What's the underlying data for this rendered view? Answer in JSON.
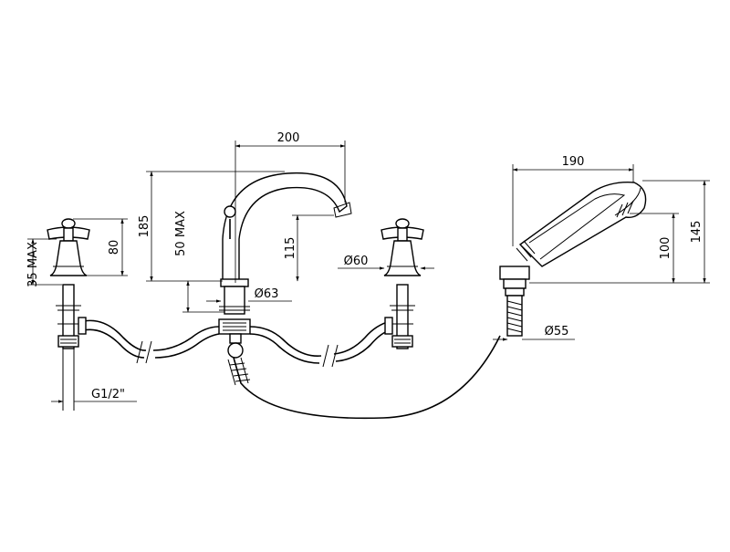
{
  "labels": {
    "mixer_spout_width": "200",
    "mixer_total_height": "185",
    "mixer_mount_max": "50 MAX",
    "mixer_spout_height": "115",
    "mixer_base_diameter": "Ø63",
    "valve_mount_max": "35 MAX",
    "valve_height": "80",
    "valve_base_diameter": "Ø60",
    "thread_size": "G1/2\"",
    "shower_width": "190",
    "shower_height_upper": "100",
    "shower_total_height": "145",
    "shower_base_diameter": "Ø55"
  }
}
